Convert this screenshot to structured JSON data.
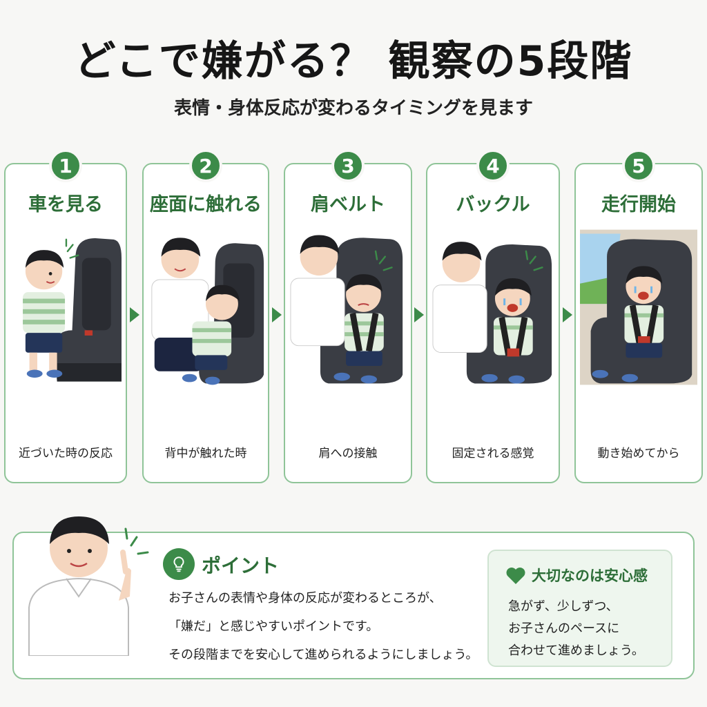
{
  "title": "どこで嫌がる？ 観察の5段階",
  "subtitle": "表情・身体反応が変わるタイミングを見ます",
  "steps": [
    {
      "number": "1",
      "title": "車を見る",
      "caption": "近づいた時の反応"
    },
    {
      "number": "2",
      "title": "座面に触れる",
      "caption": "背中が触れた時"
    },
    {
      "number": "3",
      "title": "肩ベルト",
      "caption": "肩への接触"
    },
    {
      "number": "4",
      "title": "バックル",
      "caption": "固定される感覚"
    },
    {
      "number": "5",
      "title": "走行開始",
      "caption": "動き始めてから"
    }
  ],
  "point": {
    "title": "ポイント",
    "lines": [
      "お子さんの表情や身体の反応が変わるところが、",
      "「嫌だ」と感じやすいポイントです。",
      "その段階までを安心して進められるようにしましょう。"
    ]
  },
  "tip": {
    "title": "大切なのは安心感",
    "lines": [
      "急がず、少しずつ、",
      "お子さんのペースに",
      "合わせて進めましょう。"
    ]
  },
  "colors": {
    "accent": "#3c8b49",
    "border": "#8fc498",
    "title_green": "#2d6e38"
  },
  "icons": [
    "lightbulb-icon",
    "heart-icon",
    "step-arrow-icon"
  ]
}
